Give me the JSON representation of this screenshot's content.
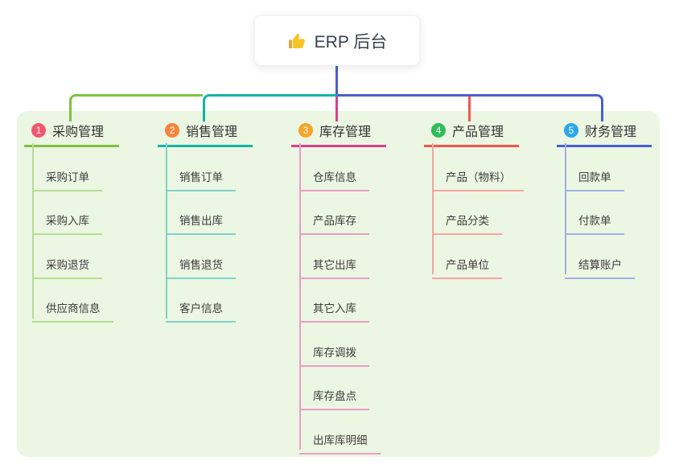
{
  "root": {
    "label": "ERP 后台",
    "icon": "thumbs-up-icon"
  },
  "colors": {
    "panel_bg": "#ebf6e3",
    "root_stem": "#4a5ed0",
    "card_bg": "#ffffff",
    "text": "#333333"
  },
  "branches": [
    {
      "index": "1",
      "label": "采购管理",
      "badge_color": "#f4566e",
      "line_color": "#7fc241",
      "sub_line_color": "#b7dd92",
      "items": [
        "采购订单",
        "采购入库",
        "采购退货",
        "供应商信息"
      ]
    },
    {
      "index": "2",
      "label": "销售管理",
      "badge_color": "#f8833b",
      "line_color": "#12b5a5",
      "sub_line_color": "#82d2c8",
      "items": [
        "销售订单",
        "销售出库",
        "销售退货",
        "客户信息"
      ]
    },
    {
      "index": "3",
      "label": "库存管理",
      "badge_color": "#f6a42b",
      "line_color": "#d6418e",
      "sub_line_color": "#eb9ec6",
      "items": [
        "仓库信息",
        "产品库存",
        "其它出库",
        "其它入库",
        "库存调拨",
        "库存盘点",
        "出库库明细"
      ]
    },
    {
      "index": "4",
      "label": "产品管理",
      "badge_color": "#2ebd57",
      "line_color": "#f4544d",
      "sub_line_color": "#f8a59f",
      "items": [
        "产品（物料）",
        "产品分类",
        "产品单位"
      ]
    },
    {
      "index": "5",
      "label": "财务管理",
      "badge_color": "#2aa7ea",
      "line_color": "#4a5ed0",
      "sub_line_color": "#a3afe3",
      "items": [
        "回款单",
        "付款单",
        "结算账户"
      ]
    }
  ]
}
